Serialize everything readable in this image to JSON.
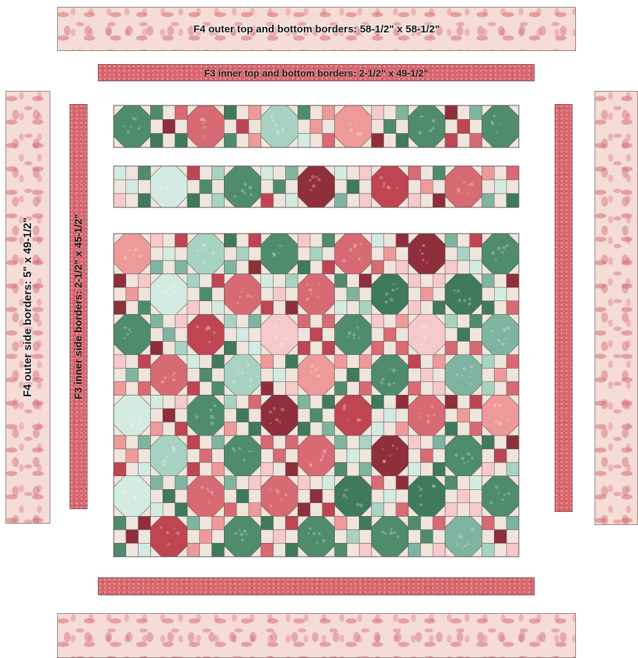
{
  "labels": {
    "outer_top_bottom": "F4 outer top and bottom borders: 58-1/2\" x 58-1/2\"",
    "inner_top_bottom": "F3 inner top and bottom borders: 2-1/2\" x 49-1/2\"",
    "outer_side": "F4 outer side borders: 5\" x 49-1/2\"",
    "inner_side": "F3 inner side borders: 2-1/2\" x 45-1/2\""
  },
  "colors": {
    "outer_fabric": "#f6dcd6",
    "inner_fabric": "#d9676f",
    "cream": "#efe5dc",
    "seam": "#5a5050"
  },
  "quilt": {
    "fabrics": [
      "#8f2f3c",
      "#d86a73",
      "#ef9a9a",
      "#f6c9cb",
      "#4f8c6e",
      "#7fb5a0",
      "#a8d3c2",
      "#d4ebe2",
      "#c04552",
      "#3f7a5c"
    ],
    "row_strips": [
      [
        "OP",
        "NP",
        "OP",
        "NP",
        "OP",
        "NP",
        "OP",
        "NP",
        "OP",
        "NP",
        "OP"
      ],
      [
        "NP",
        "OP",
        "NP",
        "OP",
        "NP",
        "OP",
        "NP",
        "OP",
        "NP",
        "OP",
        "NP"
      ]
    ],
    "main_grid_rows": 8,
    "main_grid_cols": 11
  }
}
